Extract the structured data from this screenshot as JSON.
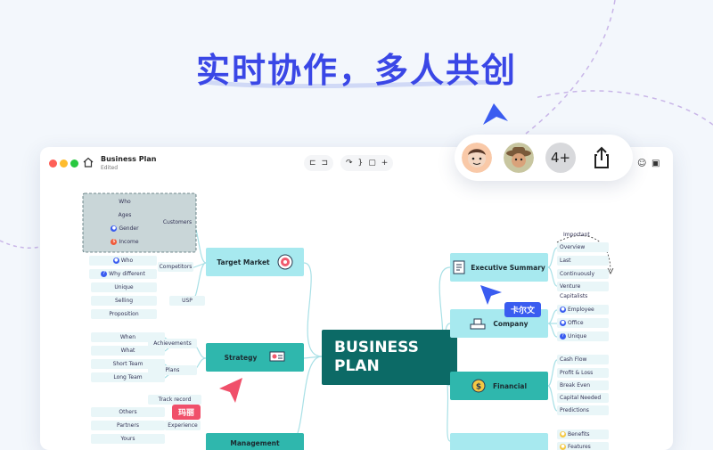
{
  "headline": "实时协作，多人共创",
  "window": {
    "doc_title": "Business Plan",
    "doc_status": "Edited",
    "collaborators_more": "4+"
  },
  "mindmap": {
    "central": [
      "BUSINESS",
      "PLAN"
    ],
    "left_topics": {
      "target_market": "Target Market",
      "strategy": "Strategy",
      "bottom_partial": "Management"
    },
    "right_topics": {
      "executive_summary": "Executive Summary",
      "company": "Company",
      "financial": "Financial"
    },
    "target_market": {
      "customers": "Customers",
      "customer_items": [
        "Who",
        "Ages",
        "Gender",
        "Income"
      ],
      "competitors": "Competitors",
      "competitor_items": [
        "Who",
        "Why different"
      ],
      "usp": "USP",
      "usp_items": [
        "Unique",
        "Selling",
        "Proposition"
      ]
    },
    "strategy": {
      "achievements": "Achievements",
      "achievement_items": [
        "When",
        "What"
      ],
      "plans": "Plans",
      "plan_items": [
        "Short Team",
        "Long Team"
      ]
    },
    "management": {
      "track_record": "Track record",
      "experience": "Experience",
      "experience_items": [
        "Others",
        "Partners",
        "Yours"
      ]
    },
    "executive_summary": {
      "important_label": "Important",
      "items": [
        "Overview",
        "Last",
        "Continuously",
        "Venture Capitalists"
      ]
    },
    "company": {
      "items": [
        "Employee",
        "Office",
        "Unique"
      ]
    },
    "financial": {
      "items": [
        "Cash Flow",
        "Profit & Loss",
        "Break Even",
        "Capital Needed",
        "Predictions"
      ]
    },
    "bottom_right": {
      "items": [
        "Benefits",
        "Features"
      ]
    }
  },
  "cursors": {
    "karl": "卡尔文",
    "mary": "玛丽"
  },
  "colors": {
    "headline": "#3a47e6",
    "main_node": "#0c6a66",
    "primary_node": "#a7e9ef",
    "teal_node": "#2fb7ad",
    "cursor_blue": "#3a5cf0",
    "cursor_red": "#f0506a"
  }
}
